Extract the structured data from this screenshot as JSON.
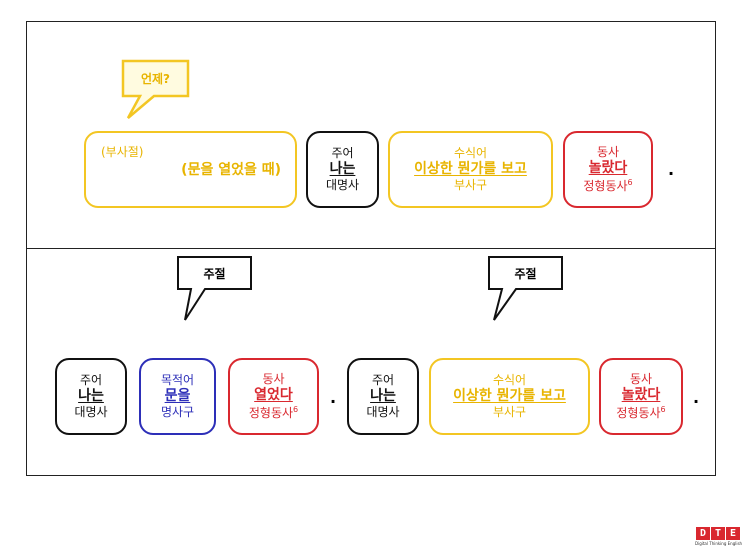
{
  "top": {
    "question_bubble": "언제?",
    "adverbial": {
      "label": "(부사절)",
      "word": "(문을 열었을 때)"
    },
    "subject": {
      "label": "주어",
      "word": "나는",
      "sub": "대명사"
    },
    "modifier": {
      "label": "수식어",
      "word": "이상한 뭔가를 보고",
      "sub": "부사구"
    },
    "verb": {
      "label": "동사",
      "word": "놀랐다",
      "sub": "정형동사",
      "sup": "6"
    },
    "period": "."
  },
  "bottom": {
    "left_bubble": "주절",
    "right_bubble": "주절",
    "clause1": {
      "subject": {
        "label": "주어",
        "word": "나는",
        "sub": "대명사"
      },
      "object": {
        "label": "목적어",
        "word": "문을",
        "sub": "명사구"
      },
      "verb": {
        "label": "동사",
        "word": "열었다",
        "sub": "정형동사",
        "sup": "6"
      },
      "period": "."
    },
    "clause2": {
      "subject": {
        "label": "주어",
        "word": "나는",
        "sub": "대명사"
      },
      "modifier": {
        "label": "수식어",
        "word": "이상한 뭔가를 보고",
        "sub": "부사구"
      },
      "verb": {
        "label": "동사",
        "word": "놀랐다",
        "sub": "정형동사",
        "sup": "6"
      },
      "period": "."
    }
  },
  "logo": {
    "letters": [
      "D",
      "T",
      "E"
    ],
    "tagline": "Digital Thinking English"
  },
  "colors": {
    "yellow": "#f3c623",
    "red": "#d9282f",
    "blue": "#2d2fb8",
    "black": "#111111"
  }
}
